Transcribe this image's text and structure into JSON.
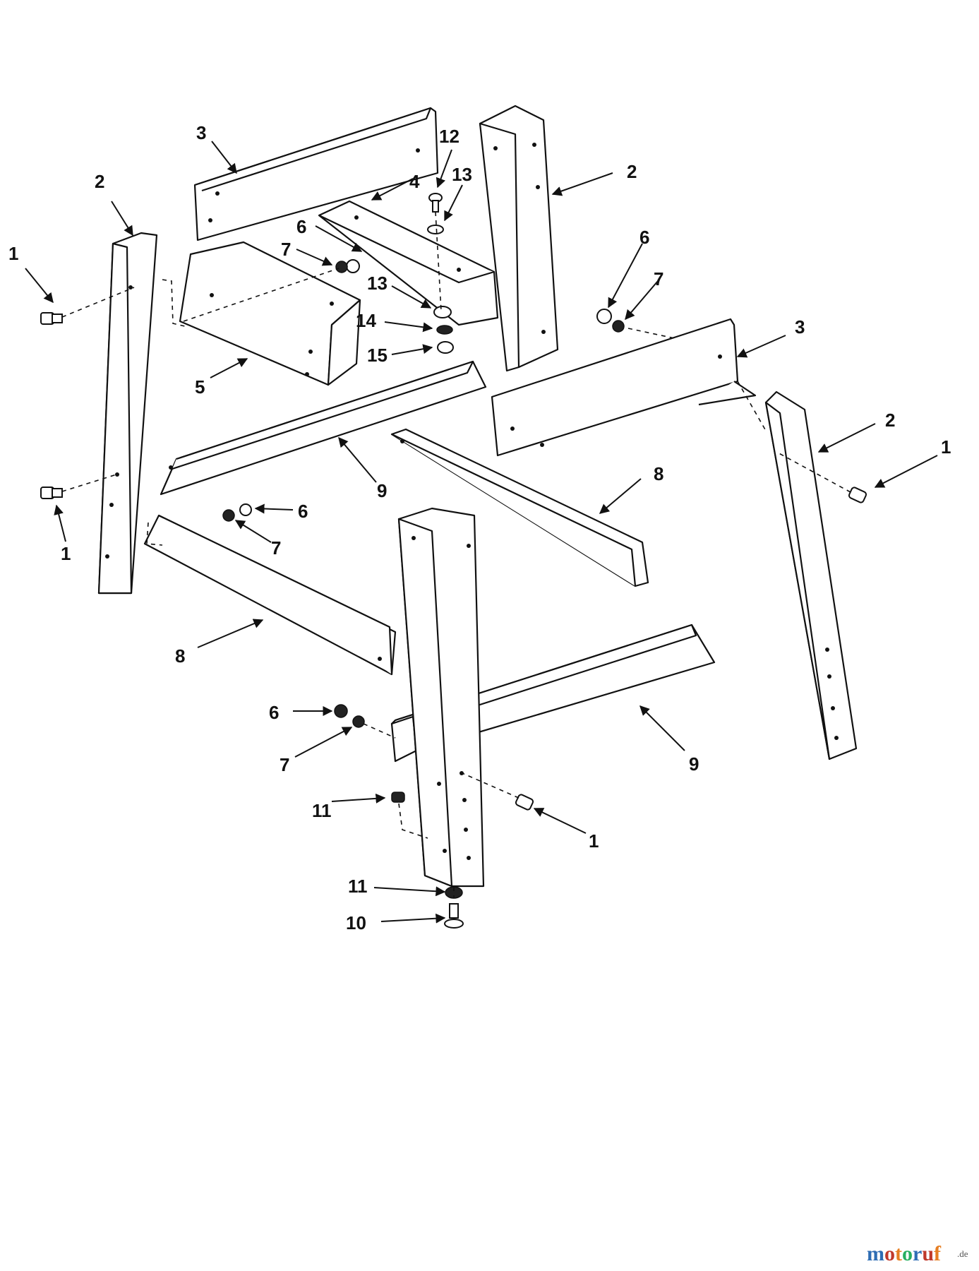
{
  "diagram": {
    "callouts": {
      "c1a": "1",
      "c1b": "1",
      "c1c": "1",
      "c1d": "1",
      "c2a": "2",
      "c2b": "2",
      "c2c": "2",
      "c3a": "3",
      "c3b": "3",
      "c4": "4",
      "c5": "5",
      "c6a": "6",
      "c6b": "6",
      "c6c": "6",
      "c6d": "6",
      "c7a": "7",
      "c7b": "7",
      "c7c": "7",
      "c7d": "7",
      "c8a": "8",
      "c8b": "8",
      "c9a": "9",
      "c9b": "9",
      "c10": "10",
      "c11a": "11",
      "c11b": "11",
      "c12": "12",
      "c13a": "13",
      "c13b": "13",
      "c14": "14",
      "c15": "15"
    }
  },
  "watermark": {
    "brand": "motoruf",
    "tld": ".de",
    "colors": [
      "#2e6db4",
      "#c0392b",
      "#e67e22",
      "#27ae60"
    ]
  }
}
